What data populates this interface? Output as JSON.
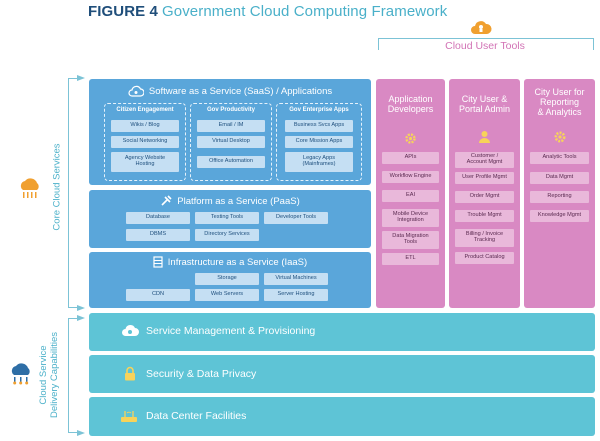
{
  "figure": {
    "label": "FIGURE 4",
    "title": "Government Cloud Computing Framework"
  },
  "cloud_user_tools": {
    "label": "Cloud User Tools"
  },
  "left_labels": {
    "core": "Core Cloud Services",
    "delivery": "Cloud Service\nDelivery Capabilities"
  },
  "saas": {
    "title": "Software as a Service (SaaS) / Applications",
    "groups": [
      {
        "title": "Citizen Engagement",
        "items": [
          "Wikis / Blog",
          "Social Networking",
          "Agency Website\nHosting"
        ]
      },
      {
        "title": "Gov Productivity",
        "items": [
          "Email / IM",
          "Virtual Desktop",
          "Office Automation"
        ]
      },
      {
        "title": "Gov Enterprise Apps",
        "items": [
          "Business Svcs Apps",
          "Core Mission Apps",
          "Legacy Apps\n(Mainframes)"
        ]
      }
    ]
  },
  "paas": {
    "title": "Platform as a Service (PaaS)",
    "items": [
      "Database",
      "Testing Tools",
      "Developer Tools",
      "DBMS",
      "Directory Services"
    ]
  },
  "iaas": {
    "title": "Infrastructure as a Service (IaaS)",
    "items": [
      "Storage",
      "Virtual Machines",
      "CDN",
      "Web Servers",
      "Server Hosting"
    ]
  },
  "user_columns": [
    {
      "title": "Application\nDevelopers",
      "items": [
        "APIs",
        "Workflow Engine",
        "EAI",
        "Mobile Device\nIntegration",
        "Data Migration\nTools",
        "ETL"
      ]
    },
    {
      "title": "City User &\nPortal Admin",
      "items": [
        "Customer /\nAccount Mgmt",
        "User Profile Mgmt",
        "Order Mgmt",
        "Trouble Mgmt",
        "Billing / Invoice\nTracking",
        "Product Catalog"
      ]
    },
    {
      "title": "City User for\nReporting\n& Analytics",
      "items": [
        "Analytic Tools",
        "Data Mgmt",
        "Reporting",
        "Knowledge Mgmt"
      ]
    }
  ],
  "delivery_bars": [
    {
      "label": "Service Management & Provisioning"
    },
    {
      "label": "Security & Data Privacy"
    },
    {
      "label": "Data Center Facilities"
    }
  ],
  "colors": {
    "title_label": "#1f4e7a",
    "accent": "#4ab0c9",
    "blue": "#5aa6da",
    "pink": "#d989c3",
    "teal": "#5ec4d6",
    "orange": "#f0a030"
  }
}
